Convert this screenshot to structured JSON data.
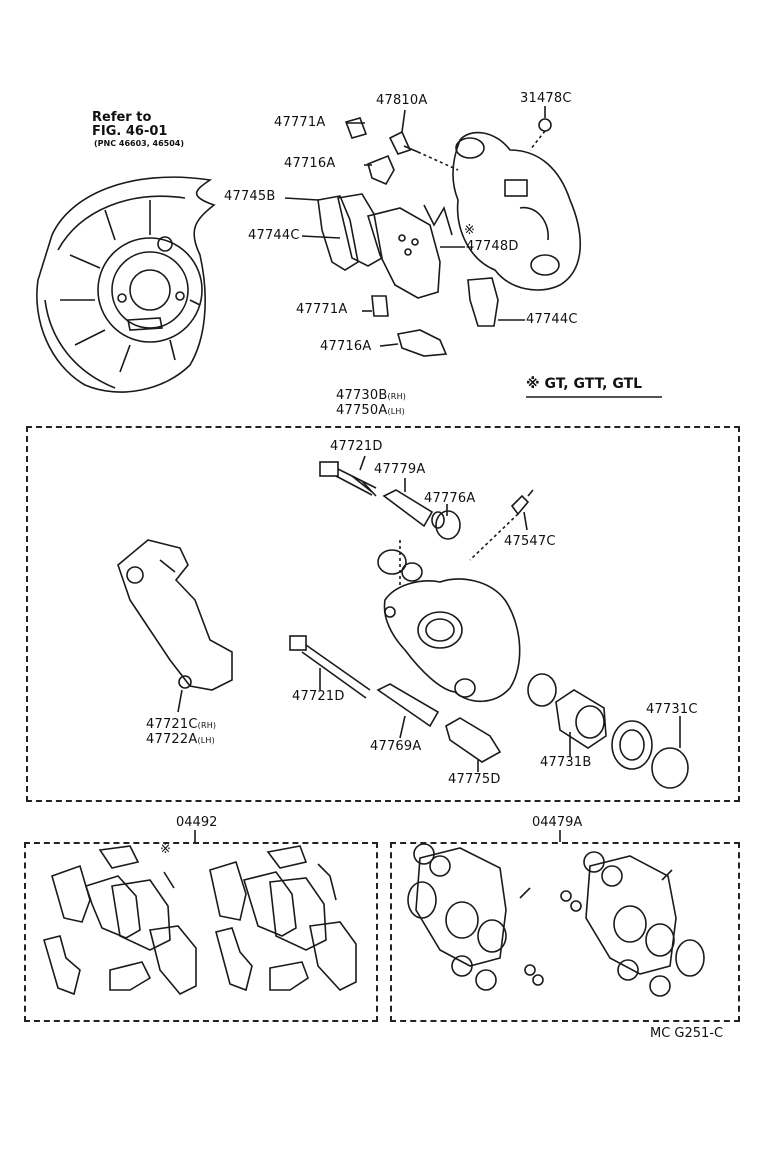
{
  "diagram": {
    "refer_note": {
      "line1": "Refer to",
      "line2": "FIG. 46-01",
      "line3": "(PNC 46603, 46504)"
    },
    "legend": "※ GT, GTT, GTL",
    "footer_code": "MC  G251-C",
    "top_labels": {
      "p47810A": "47810A",
      "p31478C": "31478C",
      "p47771A_top": "47771A",
      "p47716A_top": "47716A",
      "p47745B": "47745B",
      "p47744C_left": "47744C",
      "p47748D": "47748D",
      "mark_top": "※",
      "p47771A_bot": "47771A",
      "p47716A_bot": "47716A",
      "p47744C_right": "47744C"
    },
    "assembly": {
      "title_rh": "47730B",
      "title_rh_suffix": "(RH)",
      "title_lh": "47750A",
      "title_lh_suffix": "(LH)",
      "labels": {
        "p47721D_top": "47721D",
        "p47779A": "47779A",
        "p47776A": "47776A",
        "p47547C": "47547C",
        "p47721C": "47721C",
        "p47721C_suffix": "(RH)",
        "p47722A": "47722A",
        "p47722A_suffix": "(LH)",
        "p47721D_bot": "47721D",
        "p47769A": "47769A",
        "p47775D": "47775D",
        "p47731B": "47731B",
        "p47731C": "47731C"
      }
    },
    "kits": {
      "pad_kit": "04492",
      "pad_kit_mark": "※",
      "seal_kit": "04479A"
    }
  }
}
